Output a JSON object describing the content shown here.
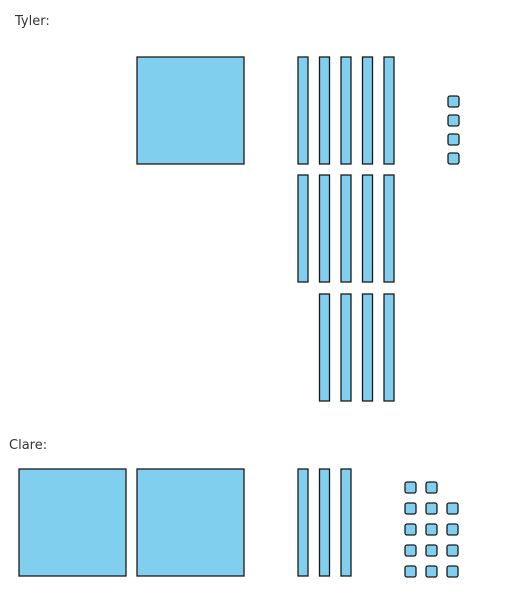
{
  "tyler": {
    "label": "Tyler:",
    "hundreds": 1,
    "tens": 14,
    "ones": 4
  },
  "clare": {
    "label": "Clare:",
    "hundreds": 2,
    "tens": 3,
    "ones": 14
  },
  "colors": {
    "block_fill": "#80cfee",
    "block_stroke": "#1a1a1a"
  }
}
